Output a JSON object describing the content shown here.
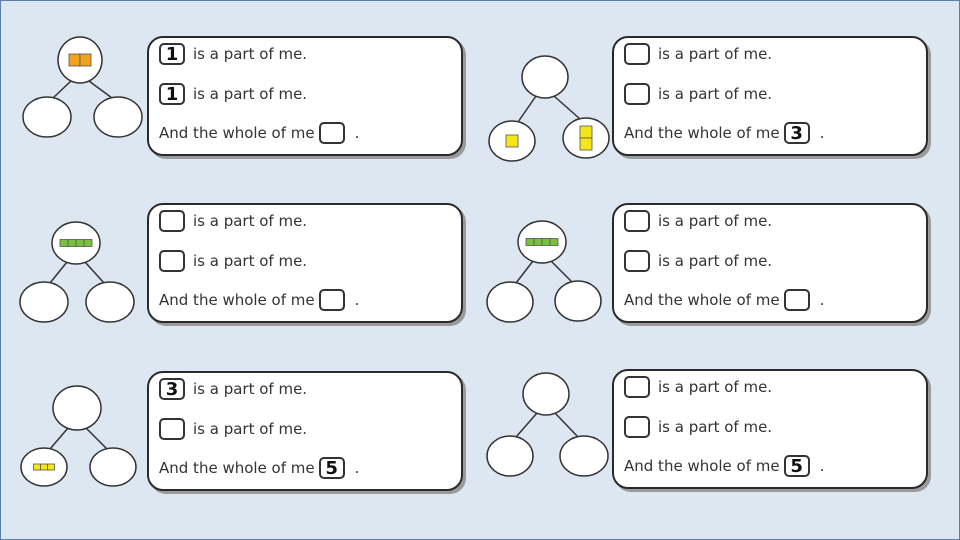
{
  "sentences": {
    "part": "is a part of me.",
    "whole": "And the whole of me",
    "end": "."
  },
  "colors": {
    "orange": "#f0a21c",
    "green": "#7ac142",
    "yellow": "#f4e61a",
    "circle_stroke": "#333333"
  },
  "problems": [
    {
      "answers": {
        "part1": "1",
        "part2": "1",
        "whole": ""
      },
      "blocks": {
        "top": {
          "color": "orange",
          "count": 2,
          "dir": "h"
        }
      }
    },
    {
      "answers": {
        "part1": "",
        "part2": "",
        "whole": "3"
      },
      "blocks": {
        "left": {
          "color": "yellow",
          "count": 1,
          "dir": "h"
        },
        "right": {
          "color": "yellow",
          "count": 2,
          "dir": "v"
        }
      }
    },
    {
      "answers": {
        "part1": "",
        "part2": "",
        "whole": ""
      },
      "blocks": {
        "top": {
          "color": "green",
          "count": 4,
          "dir": "h"
        }
      }
    },
    {
      "answers": {
        "part1": "",
        "part2": "",
        "whole": ""
      },
      "blocks": {
        "top": {
          "color": "green",
          "count": 4,
          "dir": "h"
        }
      }
    },
    {
      "answers": {
        "part1": "3",
        "part2": "",
        "whole": "5"
      },
      "blocks": {
        "left": {
          "color": "yellow",
          "count": 3,
          "dir": "h"
        }
      }
    },
    {
      "answers": {
        "part1": "",
        "part2": "",
        "whole": "5"
      },
      "blocks": {}
    }
  ]
}
